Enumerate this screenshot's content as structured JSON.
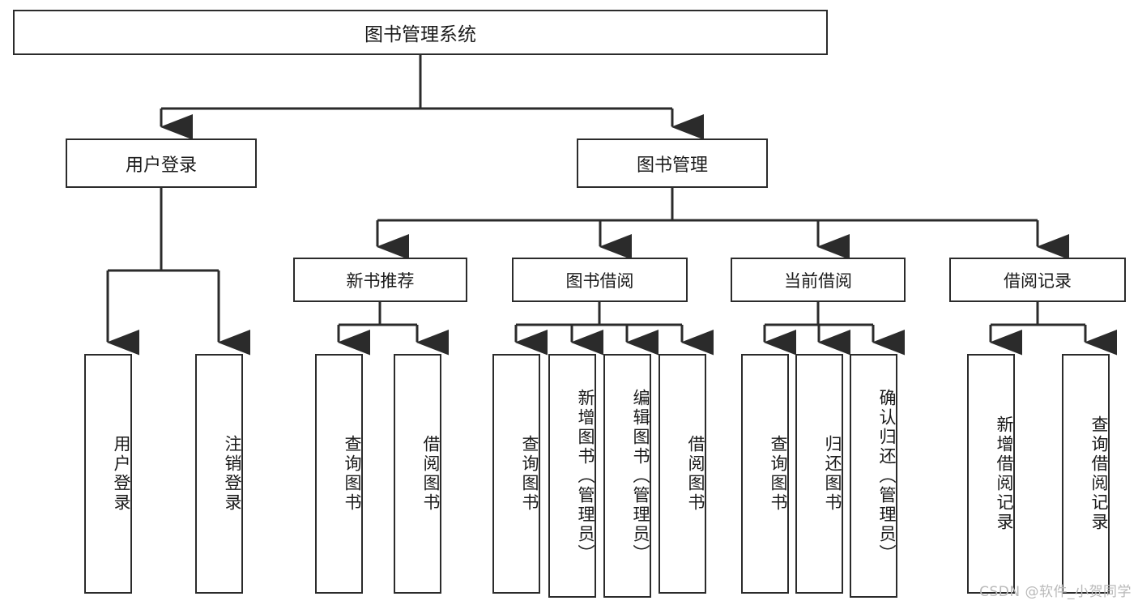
{
  "diagram": {
    "title": "图书管理系统",
    "type": "tree-hierarchy-diagram",
    "watermark": "CSDN @软件_小贺同学",
    "colors": {
      "stroke": "#2b2b2b",
      "fill": "#ffffff",
      "text": "#1a1a1a",
      "watermark": "#b9b9b9"
    }
  },
  "nodes": {
    "root": {
      "label": "图书管理系统"
    },
    "level2": [
      {
        "id": "user-login",
        "label": "用户登录"
      },
      {
        "id": "book-management",
        "label": "图书管理"
      }
    ],
    "level3": [
      {
        "id": "new-book-recommend",
        "label": "新书推荐"
      },
      {
        "id": "book-borrow",
        "label": "图书借阅"
      },
      {
        "id": "current-borrow",
        "label": "当前借阅"
      },
      {
        "id": "borrow-record",
        "label": "借阅记录"
      }
    ],
    "leaves": {
      "user_login": [
        {
          "id": "leaf-user-login",
          "label": "用户登录"
        },
        {
          "id": "leaf-logout",
          "label": "注销登录"
        }
      ],
      "new_book_recommend": [
        {
          "id": "leaf-query-book-1",
          "label": "查询图书"
        },
        {
          "id": "leaf-borrow-book-1",
          "label": "借阅图书"
        }
      ],
      "book_borrow": [
        {
          "id": "leaf-query-book-2",
          "label": "查询图书"
        },
        {
          "id": "leaf-add-book",
          "label": "新增图书（管理员）"
        },
        {
          "id": "leaf-edit-book",
          "label": "编辑图书（管理员）"
        },
        {
          "id": "leaf-borrow-book-2",
          "label": "借阅图书"
        }
      ],
      "current_borrow": [
        {
          "id": "leaf-query-book-3",
          "label": "查询图书"
        },
        {
          "id": "leaf-return-book",
          "label": "归还图书"
        },
        {
          "id": "leaf-confirm-return",
          "label": "确认归还（管理员）"
        }
      ],
      "borrow_record": [
        {
          "id": "leaf-add-record",
          "label": "新增借阅记录"
        },
        {
          "id": "leaf-query-record",
          "label": "查询借阅记录"
        }
      ]
    }
  },
  "chart_data": {
    "type": "tree",
    "title": "图书管理系统",
    "edges": [
      {
        "from": "图书管理系统",
        "to": "用户登录"
      },
      {
        "from": "图书管理系统",
        "to": "图书管理"
      },
      {
        "from": "用户登录",
        "to": "用户登录"
      },
      {
        "from": "用户登录",
        "to": "注销登录"
      },
      {
        "from": "图书管理",
        "to": "新书推荐"
      },
      {
        "from": "图书管理",
        "to": "图书借阅"
      },
      {
        "from": "图书管理",
        "to": "当前借阅"
      },
      {
        "from": "图书管理",
        "to": "借阅记录"
      },
      {
        "from": "新书推荐",
        "to": "查询图书"
      },
      {
        "from": "新书推荐",
        "to": "借阅图书"
      },
      {
        "from": "图书借阅",
        "to": "查询图书"
      },
      {
        "from": "图书借阅",
        "to": "新增图书（管理员）"
      },
      {
        "from": "图书借阅",
        "to": "编辑图书（管理员）"
      },
      {
        "from": "图书借阅",
        "to": "借阅图书"
      },
      {
        "from": "当前借阅",
        "to": "查询图书"
      },
      {
        "from": "当前借阅",
        "to": "归还图书"
      },
      {
        "from": "当前借阅",
        "to": "确认归还（管理员）"
      },
      {
        "from": "借阅记录",
        "to": "新增借阅记录"
      },
      {
        "from": "借阅记录",
        "to": "查询借阅记录"
      }
    ]
  }
}
